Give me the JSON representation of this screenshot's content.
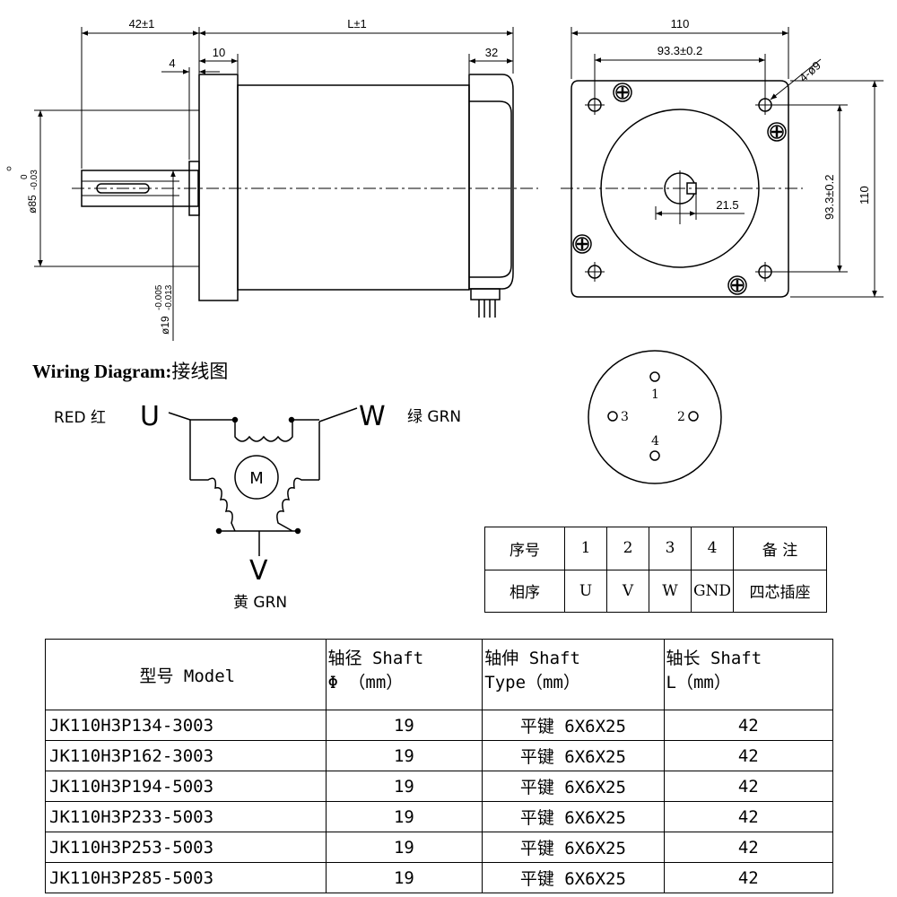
{
  "side_view": {
    "dim_flange_len": "42±1",
    "dim_body_len": "L±1",
    "dim_flange_thk": "10",
    "dim_boss": "4",
    "dim_rear": "32",
    "dim_pilot": "ø85",
    "dim_pilot_tol_up": "0",
    "dim_pilot_tol_dn": "-0.03",
    "dim_shaft": "ø19",
    "dim_shaft_tol_up": "-0.005",
    "dim_shaft_tol_dn": "-0.013"
  },
  "front_view": {
    "dim_width": "110",
    "dim_hole_span_h": "93.3±0.2",
    "dim_holes": "4-ø9",
    "dim_height": "110",
    "dim_hole_span_v": "93.3±0.2",
    "dim_key": "21.5"
  },
  "wiring": {
    "title": "Wiring Diagram:",
    "title_cn": "接线图",
    "u_label": "RED 红",
    "u_letter": "U",
    "w_label": "绿 GRN",
    "w_letter": "W",
    "v_label": "黄 GRN",
    "v_letter": "V",
    "motor": "M"
  },
  "connector": {
    "pins": [
      "1",
      "2",
      "3",
      "4"
    ]
  },
  "pin_table": {
    "row1": [
      "序号",
      "1",
      "2",
      "3",
      "4",
      "备 注"
    ],
    "row2": [
      "相序",
      "U",
      "V",
      "W",
      "GND",
      "四芯插座"
    ]
  },
  "model_table": {
    "headers": {
      "model": "型号 Model",
      "shaft_dia_1": "轴径 Shaft",
      "shaft_dia_2": "Φ （mm）",
      "shaft_type_1": "轴伸 Shaft",
      "shaft_type_2": "Type（mm）",
      "shaft_len_1": "轴长 Shaft",
      "shaft_len_2": "L（mm）"
    },
    "rows": [
      [
        "JK110H3P134-3003",
        "19",
        "平键 6X6X25",
        "42"
      ],
      [
        "JK110H3P162-3003",
        "19",
        "平键 6X6X25",
        "42"
      ],
      [
        "JK110H3P194-5003",
        "19",
        "平键 6X6X25",
        "42"
      ],
      [
        "JK110H3P233-5003",
        "19",
        "平键 6X6X25",
        "42"
      ],
      [
        "JK110H3P253-5003",
        "19",
        "平键 6X6X25",
        "42"
      ],
      [
        "JK110H3P285-5003",
        "19",
        "平键 6X6X25",
        "42"
      ]
    ]
  }
}
